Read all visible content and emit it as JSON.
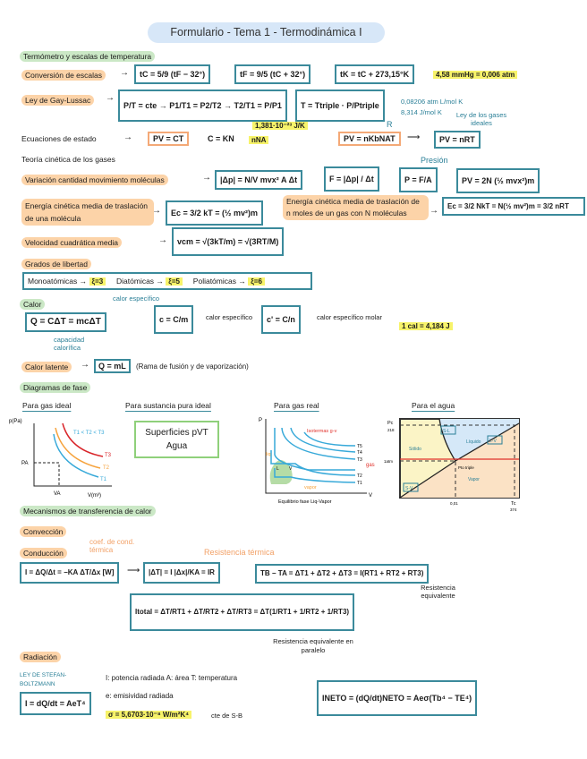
{
  "title": "Formulario - Tema 1 - Termodinámica I",
  "termometro": {
    "heading": "Termómetro y escalas de temperatura",
    "conversion_label": "Conversión de escalas",
    "tc_formula": "tC = 5/9 (tF − 32°)",
    "tf_formula": "tF = 9/5 (tC + 32°)",
    "tk_formula": "tK = tC + 273,15°K",
    "pressure_note": "4,58 mmHg = 0,006 atm",
    "gay_lussac_label": "Ley de Gay-Lussac",
    "gay_lussac_formula": "P/T = cte → P1/T1 = P2/T2 → T2/T1 = P/P1",
    "triple_formula": "T = Ttriple · P/Ptriple",
    "estado_label": "Ecuaciones de estado",
    "pv_ct": "PV = CT",
    "c_kn": "C = KN",
    "n_na": "nNA",
    "boltzmann": "1,381·10⁻²³ J/K",
    "r_symbol": "R",
    "r_value_1": "0,08206 atm L/mol K",
    "r_value_2": "8,314 J/mol K",
    "ideal_gas_law_label": "Ley de los gases ideales",
    "pv_nkbnat": "PV = nKbNAT",
    "pv_nrt": "PV = nRT"
  },
  "cinetica": {
    "heading": "Teoría cinética de los gases",
    "momentum_label": "Variación cantidad movimiento moléculas",
    "momentum_formula": "|Δp| = N/V mvx² A Δt",
    "force_formula": "F = |Δp| / Δt",
    "pressure_formula": "P = F/A",
    "pressure_note": "Presión",
    "pv_formula": "PV = 2N (½ mvx²)m",
    "ec_molecula_label": "Energía cinética media de traslación de una molécula",
    "ec_molecula_formula": "Ec = 3/2 kT = (½ mv²)m",
    "ec_moles_label": "Energía cinética media de traslación de n moles de un gas con N moléculas",
    "ec_moles_formula": "Ec = 3/2 NkT = N(½ mv²)m = 3/2 nRT",
    "vcm_label": "Velocidad cuadrática media",
    "vcm_formula": "vcm = √(3kT/m) = √(3RT/M)",
    "libertad_label": "Grados de libertad",
    "mono": "Monoatómicas →",
    "mono_val": "ξ=3",
    "di": "Diatómicas →",
    "di_val": "ξ=5",
    "poli": "Poliatómicas →",
    "poli_val": "ξ=6"
  },
  "calor": {
    "heading": "Calor",
    "q_formula": "Q = CΔT = mcΔT",
    "calor_especifico_note": "calor específico",
    "capacidad_note": "capacidad calorífica",
    "c_formula": "c = C/m",
    "c_label": "calor específico",
    "c_molar_formula": "c' = C/n",
    "c_molar_label": "calor específico molar",
    "cal_note": "1 cal = 4,184 J",
    "latente_label": "Calor latente",
    "latente_formula": "Q = mL",
    "latente_note": "(Rama de fusión y de vaporización)"
  },
  "diagramas": {
    "heading": "Diagramas de fase",
    "gas_ideal": {
      "title": "Para gas ideal",
      "y_axis": "p(Pa)",
      "x_axis": "V(m³)",
      "legend": "T1 < T2 < T3",
      "t1": "T1",
      "t2": "T2",
      "t3": "T3",
      "pa": "PA",
      "va": "VA"
    },
    "sustancia": {
      "title": "Para sustancia pura ideal",
      "box": "Superficies pVT Agua"
    },
    "gas_real": {
      "title": "Para gas real",
      "y_axis": "P",
      "x_axis": "V",
      "isotermas": "Isotermas g-v",
      "gas": "gas",
      "liq": "liq",
      "vapor": "vapor",
      "equilibrio": "Equilibrio fase Liq-Vapor",
      "l": "L",
      "v": "V",
      "t5": "T5",
      "t4": "T4",
      "t3": "T3",
      "t2": "T2",
      "t1": "T1"
    },
    "agua": {
      "title": "Para el agua",
      "pc": "Pc",
      "pc_val": "218",
      "atm": "1atm",
      "solido": "Sólido",
      "liquido": "Líquido",
      "vapor": "Vapor",
      "sl": "S-L",
      "lv": "L-V",
      "sv": "S-V",
      "punto_triple": "Pto triple",
      "x_001": "0,01",
      "tc": "Tc",
      "tc_val": "374"
    }
  },
  "transferencia": {
    "heading": "Mecanismos de transferencia de calor",
    "conveccion": "Convección",
    "conduccion": "Conducción",
    "coef_note": "coef. de cond. térmica",
    "resistencia_note": "Resistencia térmica",
    "fourier": "I = ΔQ/Δt = −KA ΔT/Δx [W]",
    "delta_t": "|ΔT| = I |Δx|/KA = IR",
    "serie": "TB − TA = ΔT1 + ΔT2 + ΔT3 = I(RT1 + RT2 + RT3)",
    "serie_note": "Resistencia equivalente",
    "paralelo": "Itotal = ΔT/RT1 + ΔT/RT2 + ΔT/RT3 = ΔT(1/RT1 + 1/RT2 + 1/RT3)",
    "paralelo_note": "Resistencia equivalente en paralelo"
  },
  "radiacion": {
    "heading": "Radiación",
    "ley": "LEY DE STEFAN-BOLTZMANN",
    "formula": "I = dQ/dt = AeT⁴",
    "desc1": "I: potencia radiada  A: área  T: temperatura",
    "desc2": "e: emisividad radiada",
    "sigma": "σ = 5,6703·10⁻⁸ W/m²K⁴",
    "sigma_note": "cte de S-B",
    "neto": "INETO = (dQ/dt)NETO = Aeσ(Tb⁴ − TE⁴)"
  },
  "colors": {
    "box": "#3b8a9b",
    "orange_highlight": "#fcd3a8",
    "green_highlight": "#cbe8c6",
    "yellow_highlight": "#f7f36a",
    "title_bg": "#d7e7f8"
  }
}
